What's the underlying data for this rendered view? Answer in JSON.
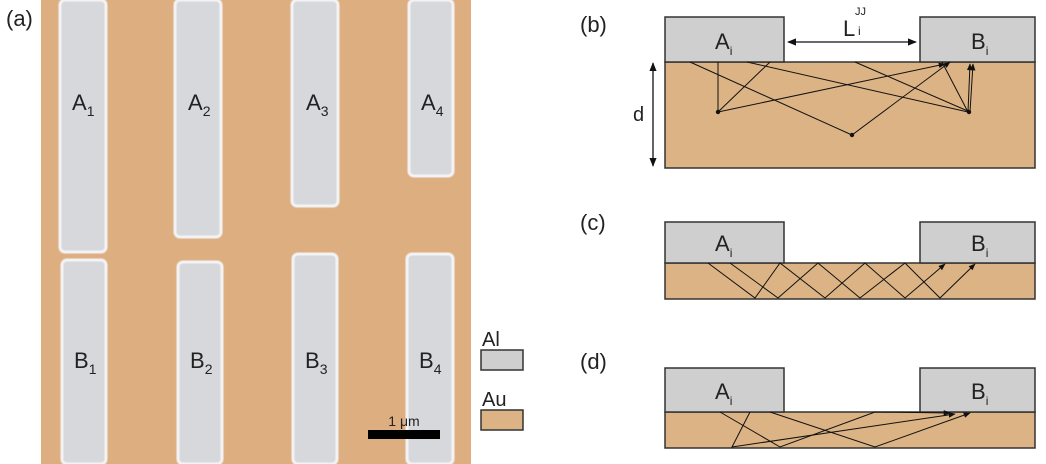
{
  "panels": [
    {
      "id": "a",
      "label": "(a)"
    },
    {
      "id": "b",
      "label": "(b)"
    },
    {
      "id": "c",
      "label": "(c)"
    },
    {
      "id": "d",
      "label": "(d)"
    }
  ],
  "micrograph": {
    "top_pads": [
      {
        "letter": "A",
        "index": "1"
      },
      {
        "letter": "A",
        "index": "2"
      },
      {
        "letter": "A",
        "index": "3"
      },
      {
        "letter": "A",
        "index": "4"
      }
    ],
    "bottom_pads": [
      {
        "letter": "B",
        "index": "1"
      },
      {
        "letter": "B",
        "index": "2"
      },
      {
        "letter": "B",
        "index": "3"
      },
      {
        "letter": "B",
        "index": "4"
      }
    ],
    "scalebar_label": "1 μm"
  },
  "legend": [
    {
      "label": "Al",
      "color": "#cfcfcf"
    },
    {
      "label": "Au",
      "color": "#dcae80"
    }
  ],
  "schematic": {
    "electrode_left": {
      "letter": "A",
      "sub": "i"
    },
    "electrode_right": {
      "letter": "B",
      "sub": "i"
    },
    "length_label": {
      "main": "L",
      "sup": "JJ",
      "sub": "i"
    },
    "thickness_label": "d"
  },
  "colors": {
    "gold_sem": "#dcae80",
    "gold_diagram": "#dcb384",
    "aluminum": "#cfcfcf",
    "aluminum_sem": "#d6d8dc",
    "outline": "#333333"
  }
}
